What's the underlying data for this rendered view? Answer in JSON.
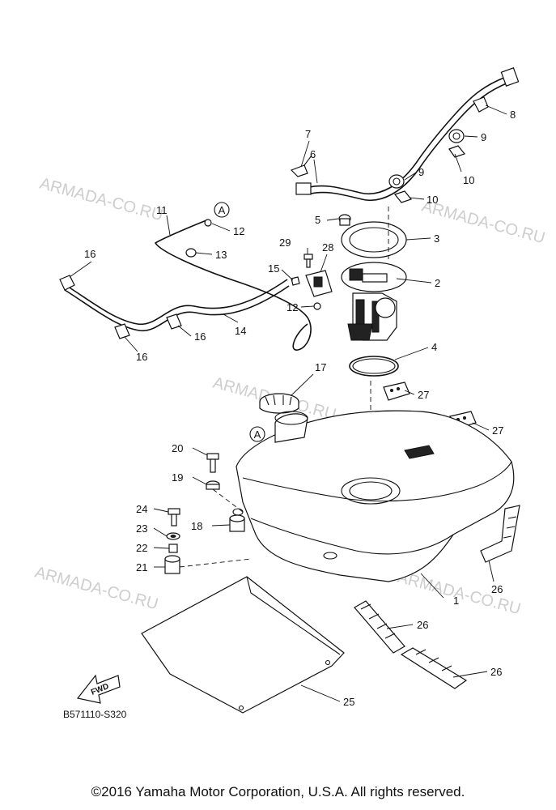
{
  "diagram_code": "B571110-S320",
  "copyright": "©2016 Yamaha Motor Corporation, U.S.A. All rights reserved.",
  "watermark": "ARMADA-CO.RU",
  "fwd_label": "FWD",
  "ref_marker": "A",
  "callouts": {
    "c1": "1",
    "c2": "2",
    "c3": "3",
    "c4": "4",
    "c5": "5",
    "c6": "6",
    "c7": "7",
    "c8": "8",
    "c9a": "9",
    "c9b": "9",
    "c10a": "10",
    "c10b": "10",
    "c11": "11",
    "c12a": "12",
    "c12b": "12",
    "c13": "13",
    "c14": "14",
    "c15": "15",
    "c16a": "16",
    "c16b": "16",
    "c16c": "16",
    "c17": "17",
    "c18": "18",
    "c19": "19",
    "c20": "20",
    "c21": "21",
    "c22": "22",
    "c23": "23",
    "c24": "24",
    "c25": "25",
    "c26a": "26",
    "c26b": "26",
    "c26c": "26",
    "c27a": "27",
    "c27b": "27",
    "c28": "28",
    "c29": "29"
  }
}
